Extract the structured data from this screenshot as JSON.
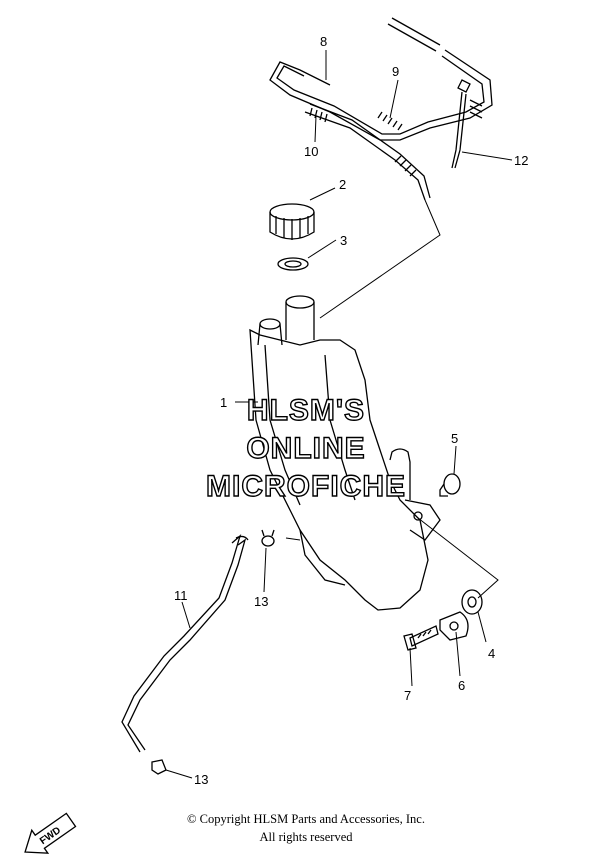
{
  "callouts": [
    {
      "id": "1",
      "label": "1"
    },
    {
      "id": "2",
      "label": "2"
    },
    {
      "id": "3",
      "label": "3"
    },
    {
      "id": "4",
      "label": "4"
    },
    {
      "id": "5",
      "label": "5"
    },
    {
      "id": "6",
      "label": "6"
    },
    {
      "id": "7",
      "label": "7"
    },
    {
      "id": "8",
      "label": "8"
    },
    {
      "id": "9",
      "label": "9"
    },
    {
      "id": "10",
      "label": "10"
    },
    {
      "id": "11",
      "label": "11"
    },
    {
      "id": "12",
      "label": "12"
    },
    {
      "id": "13a",
      "label": "13"
    },
    {
      "id": "13b",
      "label": "13"
    }
  ],
  "watermark": {
    "line1": "HLSM'S",
    "line2": "ONLINE",
    "line3": "MICROFICHE"
  },
  "direction_badge": "FWD",
  "footer": {
    "copyright": "© Copyright HLSM Parts and Accessories, Inc.",
    "rights": "All rights reserved"
  }
}
